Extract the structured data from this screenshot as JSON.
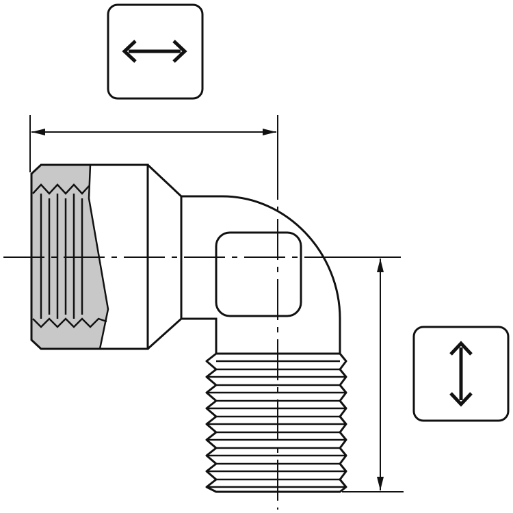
{
  "diagram": {
    "subject": "elbow-fitting-female-to-male-thread",
    "colors": {
      "stroke": "#111111",
      "thread_fill": "#c8c8c8",
      "background": "#ffffff"
    },
    "legend_boxes": [
      {
        "id": "horizontal-dimension",
        "icon": "double-arrow-horizontal-icon"
      },
      {
        "id": "vertical-dimension",
        "icon": "double-arrow-vertical-icon"
      }
    ],
    "dimensions": [
      {
        "id": "length-1",
        "orientation": "horizontal",
        "icon": "double-arrow-horizontal-icon"
      },
      {
        "id": "length-2",
        "orientation": "vertical",
        "icon": "double-arrow-vertical-icon"
      }
    ]
  }
}
